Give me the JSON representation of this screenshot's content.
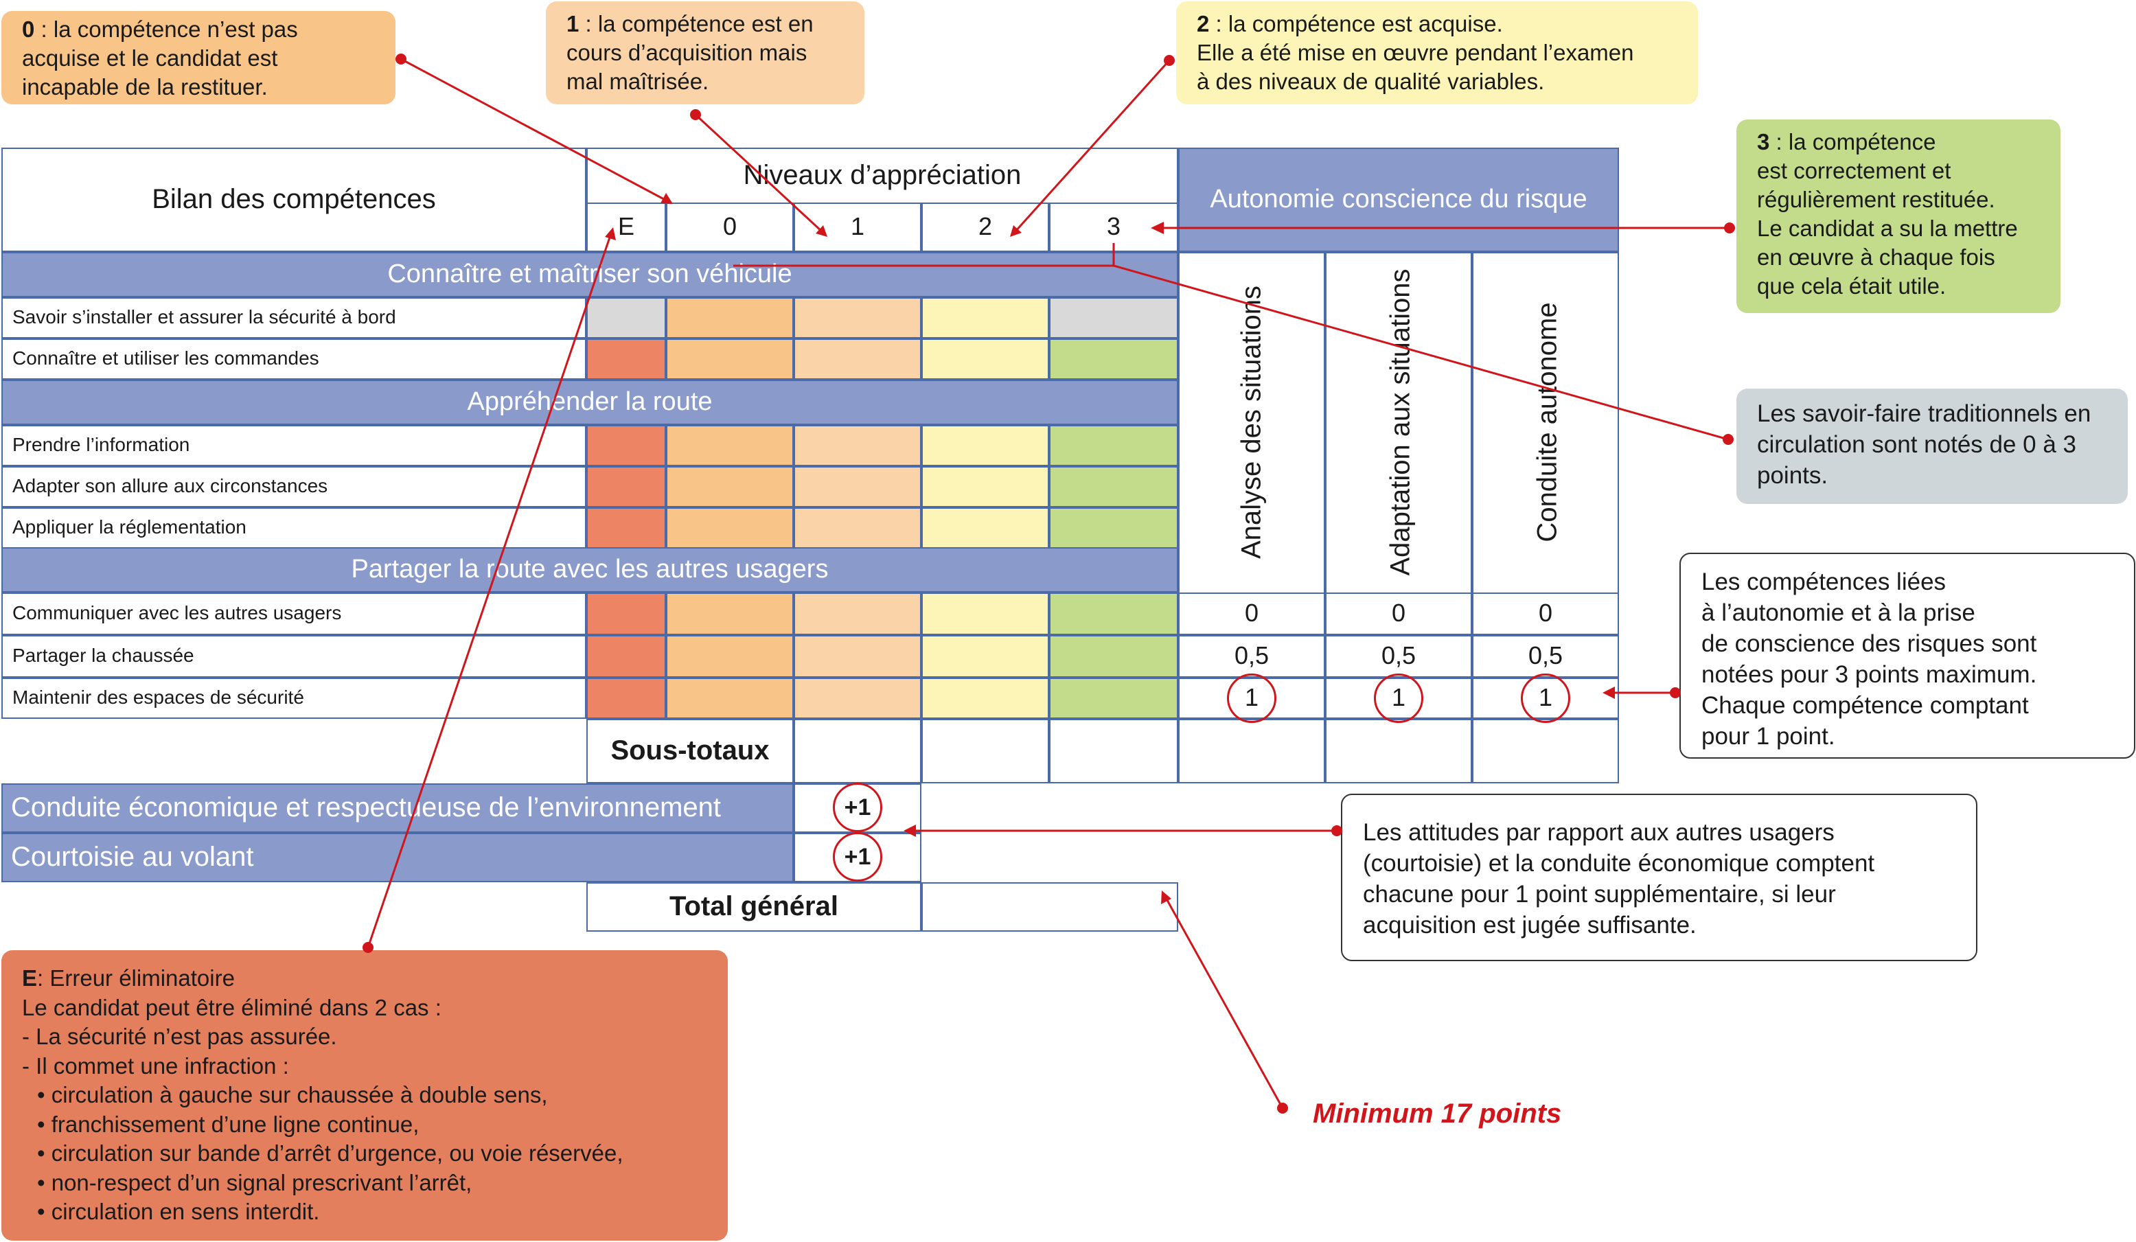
{
  "colors": {
    "header_blue": "#8a9bcb",
    "grid_blue": "#4a6aa8",
    "grey": "#d9d9d9",
    "red": "#ed8464",
    "orange": "#f9c487",
    "light_orange": "#fad4a8",
    "yellow": "#fdf5b7",
    "green": "#c3dc8c",
    "arrow_red": "#d0161b"
  },
  "table": {
    "title": "Bilan des compétences",
    "levels_header": "Niveaux d’appréciation",
    "levels": [
      "E",
      "0",
      "1",
      "2",
      "3"
    ],
    "autonomy_header": "Autonomie conscience du risque",
    "autonomy_columns": [
      "Analyse des situations",
      "Adaptation aux situations",
      "Conduite autonome"
    ],
    "sections": [
      "Connaître et maîtriser son véhicule",
      "Appréhender la route",
      "Partager la route avec les autres usagers"
    ],
    "rows": [
      "Savoir s’installer et assurer la sécurité à bord",
      "Connaître et utiliser les commandes",
      "Prendre l’information",
      "Adapter son allure aux circonstances",
      "Appliquer la réglementation",
      "Communiquer avec les autres usagers",
      "Partager la chaussée",
      "Maintenir des espaces de sécurité"
    ],
    "autonomy_values": [
      "0",
      "0,5",
      "1"
    ],
    "subtotals_label": "Sous-totaux",
    "bonus_rows": [
      "Conduite économique et respectueuse de l’environnement",
      "Courtoisie au volant"
    ],
    "bonus_value": "+1",
    "total_label": "Total général"
  },
  "callouts": {
    "c0": {
      "key": "0",
      "lines": [
        " : la compétence n’est pas",
        "acquise et le candidat est",
        "incapable de la restituer."
      ]
    },
    "c1": {
      "key": "1",
      "lines": [
        " : la compétence est en",
        "cours d’acquisition mais",
        "mal maîtrisée."
      ]
    },
    "c2": {
      "key": "2",
      "lines": [
        " : la compétence est acquise.",
        "Elle a été mise en œuvre pendant l’examen",
        "à des niveaux de qualité variables."
      ]
    },
    "c3": {
      "key": "3",
      "lines": [
        " : la compétence",
        "est correctement et",
        "régulièrement restituée.",
        "Le candidat a su la mettre",
        "en œuvre à chaque fois",
        "que cela était utile."
      ]
    },
    "savoir_faire": {
      "lines": [
        "Les savoir-faire traditionnels en",
        "circulation sont notés de 0 à 3",
        "points."
      ]
    },
    "autonomie": {
      "lines": [
        "Les compétences liées",
        "à l’autonomie et à la prise",
        "de conscience des risques sont",
        "notées pour 3 points maximum.",
        "Chaque compétence comptant",
        "pour 1 point."
      ]
    },
    "attitudes": {
      "lines": [
        "Les attitudes par rapport aux autres usagers",
        "(courtoisie) et la conduite économique comptent",
        "chacune pour 1 point supplémentaire, si leur",
        "acquisition est jugée suffisante."
      ]
    },
    "eliminatoire": {
      "key": "E",
      "lines": [
        ": Erreur éliminatoire",
        "Le candidat peut être éliminé dans 2 cas :",
        "- La sécurité n’est pas assurée.",
        "- Il commet une infraction :",
        "• circulation à gauche sur chaussée à double sens,",
        "• franchissement d’une ligne continue,",
        "• circulation sur bande d’arrêt d’urgence, ou voie réservée,",
        "• non-respect d’un signal prescrivant l’arrêt,",
        "• circulation en sens interdit."
      ]
    },
    "minimum": "Minimum 17 points"
  }
}
